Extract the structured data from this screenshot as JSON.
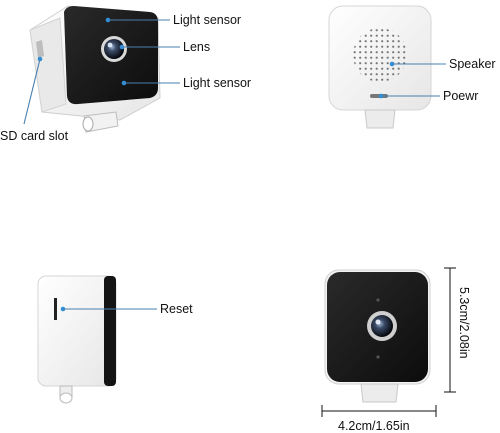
{
  "callouts": {
    "light_sensor_top": "Light sensor",
    "lens": "Lens",
    "light_sensor_bottom": "Light sensor",
    "sd_card_slot": "SD card slot",
    "speaker": "Speaker",
    "power": "Poewr",
    "reset": "Reset"
  },
  "dimensions": {
    "width": "4.2cm/1.65in",
    "height": "5.3cm/2.08in"
  },
  "colors": {
    "callout_dot": "#2f8fd8",
    "leader_line": "#4a7fb0",
    "camera_face": "#1a1a1a",
    "body_white": "#f4f4f4"
  }
}
